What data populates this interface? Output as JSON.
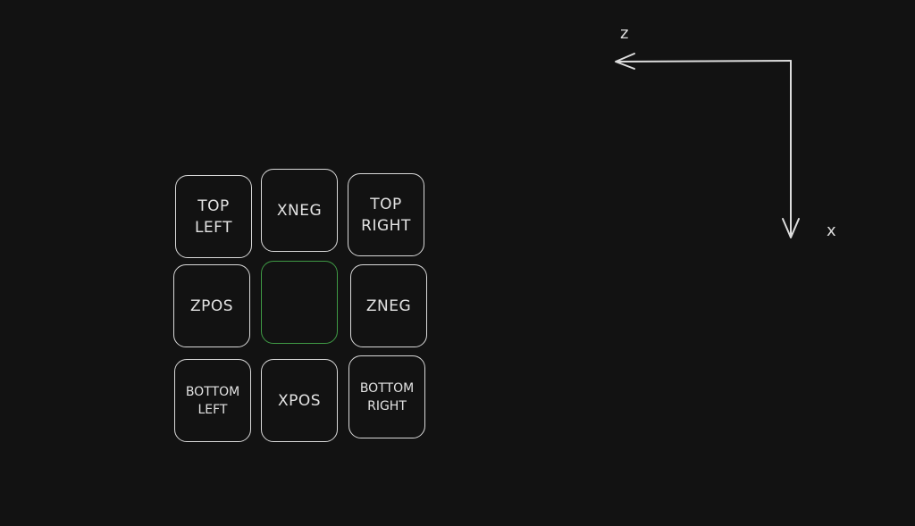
{
  "grid": {
    "tiles": [
      {
        "id": "top-left",
        "label": "TOP\nLEFT"
      },
      {
        "id": "xneg",
        "label": "XNEG"
      },
      {
        "id": "top-right",
        "label": "TOP\nRIGHT"
      },
      {
        "id": "zpos",
        "label": "ZPOS"
      },
      {
        "id": "center",
        "label": ""
      },
      {
        "id": "zneg",
        "label": "ZNEG"
      },
      {
        "id": "bottom-left",
        "label": "BOTTOM\nLEFT"
      },
      {
        "id": "xpos",
        "label": "XPOS"
      },
      {
        "id": "bottom-right",
        "label": "BOTTOM\nRIGHT"
      }
    ],
    "center_border_color": "#3f9a45",
    "tile_border_color": "#d9d9d9"
  },
  "axes": {
    "z_label": "z",
    "x_label": "x"
  }
}
